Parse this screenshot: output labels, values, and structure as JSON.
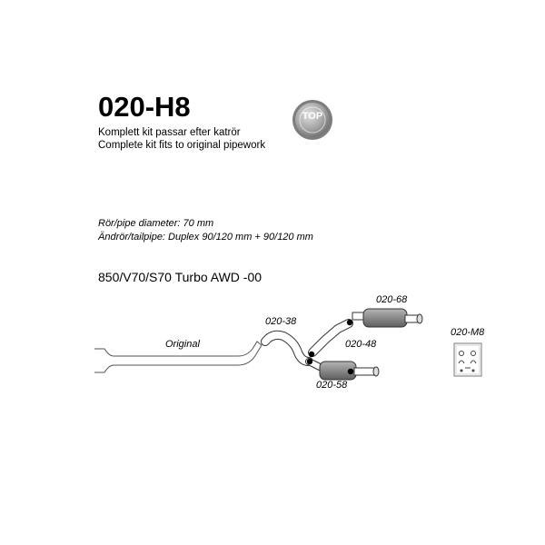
{
  "header": {
    "part_number": "020-H8",
    "description_sv": "Komplett kit passar efter katrör",
    "description_en": "Complete kit fits to original pipework"
  },
  "badge": {
    "label": "TOP",
    "colors": {
      "outer": "#9a9a9a",
      "inner": "#c4c4c4",
      "ring": "#7d7d7d"
    }
  },
  "specs": {
    "pipe_diameter": "Rör/pipe diameter: 70 mm",
    "tailpipe": "Ändrör/tailpipe: Duplex 90/120 mm + 90/120 mm"
  },
  "vehicle": {
    "model": "850/V70/S70 Turbo AWD  -00"
  },
  "parts": {
    "original": "Original",
    "p38": "020-38",
    "p68": "020-68",
    "p48": "020-48",
    "p58": "020-58",
    "mounting_kit": "020-M8"
  },
  "colors": {
    "muffler": "#8a8a8a",
    "muffler_dark": "#5e5e5e",
    "outline": "#333333",
    "clamp": "#000000"
  }
}
